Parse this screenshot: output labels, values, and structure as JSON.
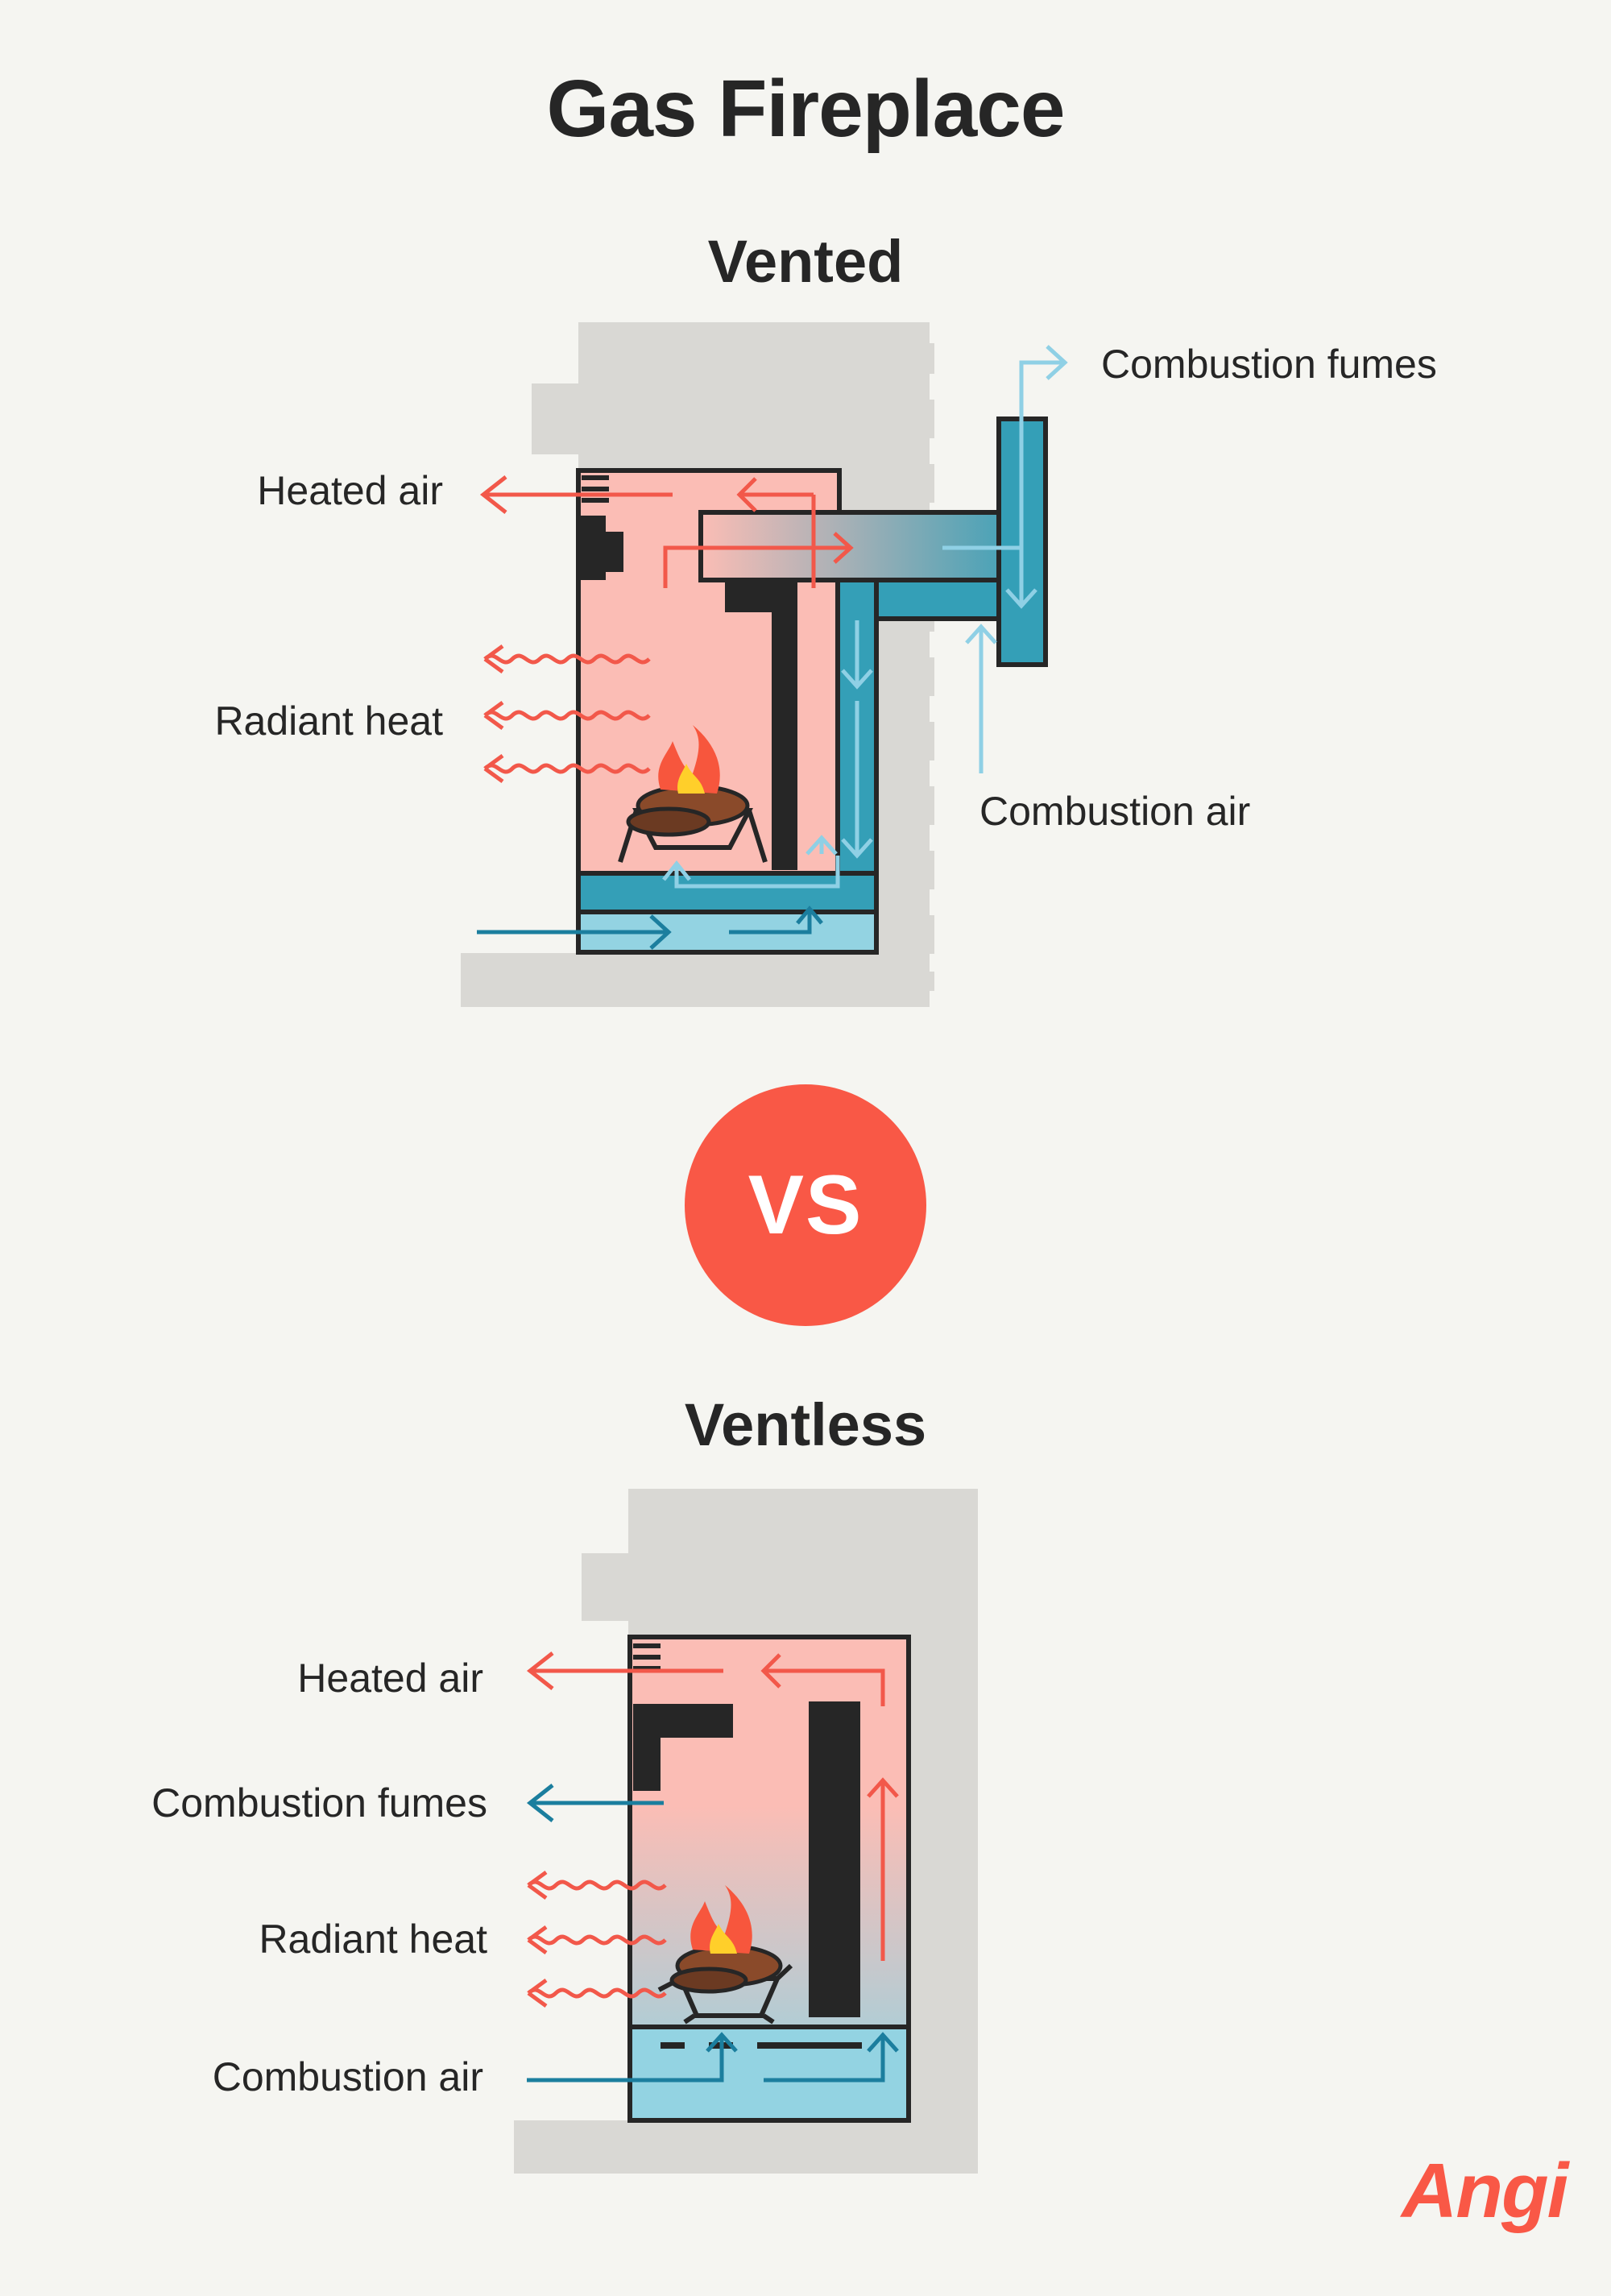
{
  "title": "Gas Fireplace",
  "vs_label": "VS",
  "brand": "Angi",
  "vented": {
    "heading": "Vented",
    "labels": {
      "heated_air": "Heated air",
      "radiant_heat": "Radiant heat",
      "combustion_fumes": "Combustion fumes",
      "combustion_air": "Combustion air"
    }
  },
  "ventless": {
    "heading": "Ventless",
    "labels": {
      "heated_air": "Heated air",
      "combustion_fumes": "Combustion fumes",
      "radiant_heat": "Radiant heat",
      "combustion_air": "Combustion air"
    }
  },
  "colors": {
    "background": "#f5f5f1",
    "wall": "#d9d8d4",
    "chamber": "#fbbdb5",
    "duct_dark": "#349fb7",
    "duct_light": "#93d3e2",
    "heat_arrow": "#f2584a",
    "fume_arrow": "#8fd0e5",
    "air_arrow": "#1b7e9e",
    "accent": "#f95846",
    "outline": "#262626"
  }
}
